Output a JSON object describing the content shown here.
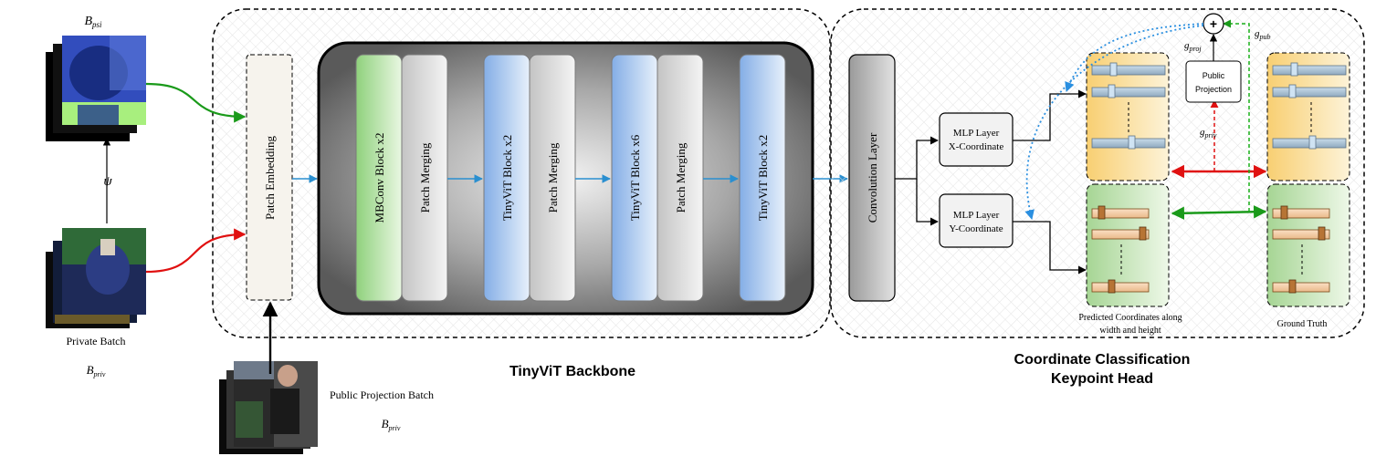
{
  "inputs": {
    "psi_batch_label": "B",
    "psi_batch_sub": "psi",
    "psi_symbol": "ψ",
    "private_batch_label": "Private Batch",
    "private_batch_math": "B",
    "private_batch_sub": "priv",
    "public_batch_label": "Public Projection Batch",
    "public_batch_math": "B",
    "public_batch_sub": "priv"
  },
  "backbone": {
    "title": "TinyViT Backbone",
    "patch_embedding": "Patch Embedding",
    "blocks": [
      {
        "label": "MBConv Block x2",
        "kind": "green"
      },
      {
        "label": "Patch Merging",
        "kind": "gray"
      },
      {
        "label": "TinyViT Block x2",
        "kind": "blue"
      },
      {
        "label": "Patch Merging",
        "kind": "gray"
      },
      {
        "label": "TinyViT Block x6",
        "kind": "blue"
      },
      {
        "label": "Patch Merging",
        "kind": "gray"
      },
      {
        "label": "TinyViT Block x2",
        "kind": "blue"
      }
    ]
  },
  "head": {
    "title_line1": "Coordinate Classification",
    "title_line2": "Keypoint Head",
    "conv_layer": "Convolution Layer",
    "mlp_x_line1": "MLP Layer",
    "mlp_x_line2": "X-Coordinate",
    "mlp_y_line1": "MLP Layer",
    "mlp_y_line2": "Y-Coordinate",
    "predicted_line1": "Predicted Coordinates along",
    "predicted_line2": "width and height",
    "ground_truth": "Ground Truth",
    "public_projection_line1": "Public",
    "public_projection_line2": "Projection",
    "plus_symbol": "+",
    "g_proj": "g",
    "g_proj_sub": "proj",
    "g_pub": "g",
    "g_pub_sub": "pub",
    "g_priv": "g",
    "g_priv_sub": "priv"
  },
  "colors": {
    "green_arrow": "#1a9a1a",
    "red_arrow": "#e01010",
    "blue_arrow": "#2a8fd0",
    "dotted_blue": "#2a8fe0",
    "block_green": "#9cd88a",
    "block_blue": "#8fb4e6",
    "block_gray": "#c8c8c8",
    "yellow_panel": "#fbd98a",
    "green_panel": "#b5dca5"
  }
}
